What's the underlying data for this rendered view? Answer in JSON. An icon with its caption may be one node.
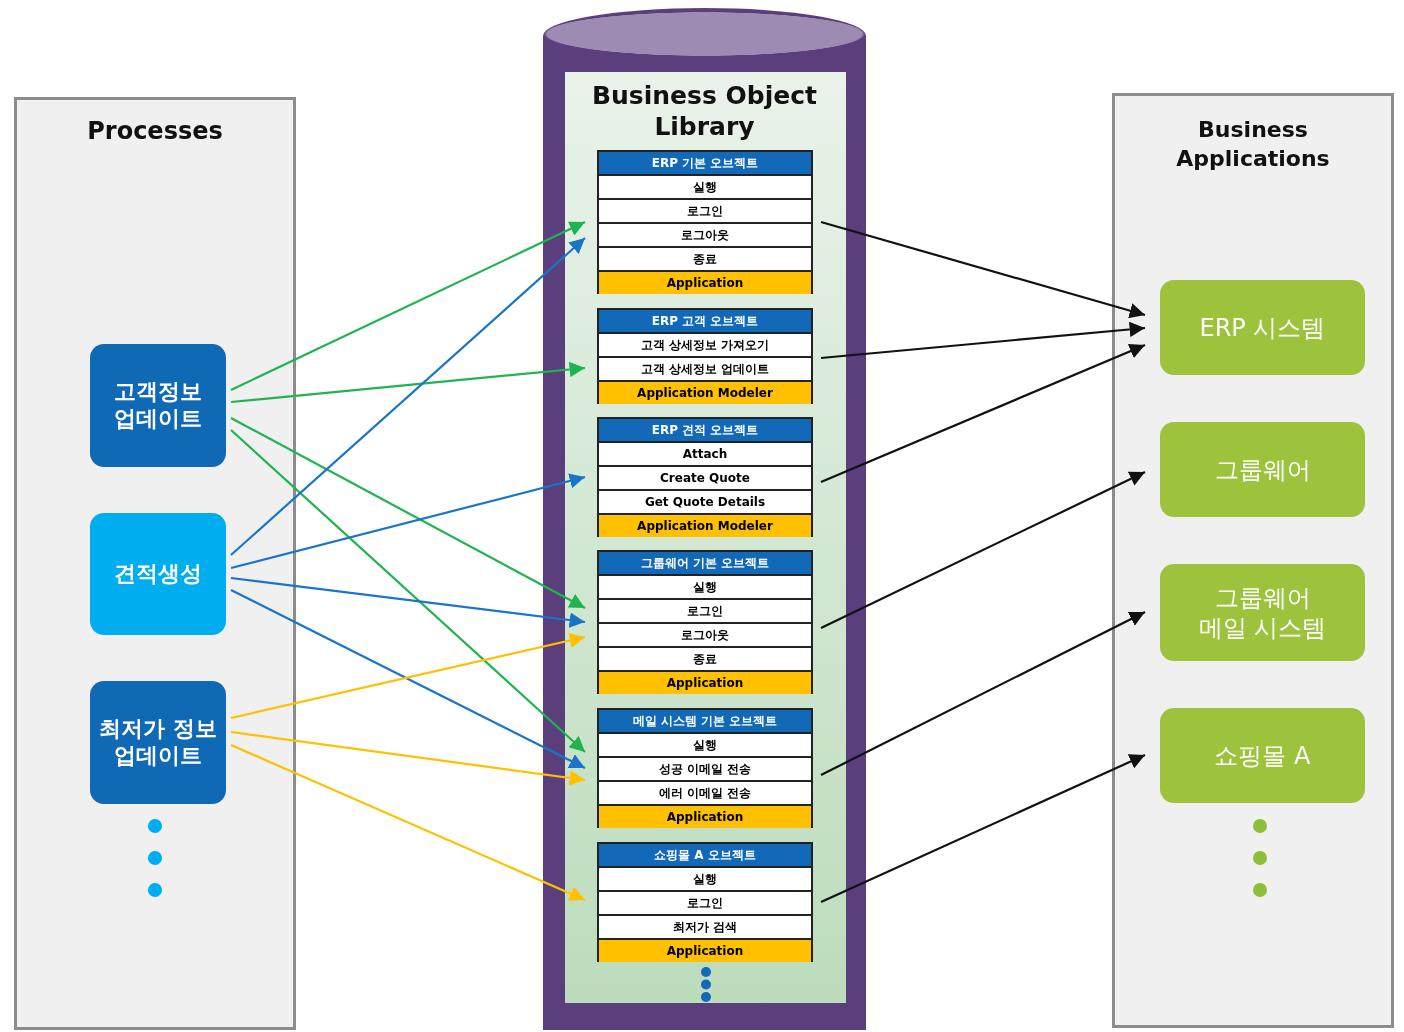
{
  "diagram": {
    "nodes": [
      {
        "text": [
          "Processes"
        ]
      },
      {
        "text": [
          "고객정보 업데이트"
        ],
        "in": 0
      },
      {
        "text": [
          "견적생성"
        ],
        "in": 0
      },
      {
        "text": [
          "최저가 정보 업데이트"
        ],
        "in": 0
      },
      {
        "text": [
          "Business Object Library"
        ]
      },
      {
        "text": [
          "ERP 기본 오브젝트",
          "실행",
          "로그인",
          "로그아웃",
          "종료",
          "Application"
        ],
        "in": 4
      },
      {
        "text": [
          "ERP 고객 오브젝트",
          "고객 상세정보 가져오기",
          "고객 상세정보 업데이트",
          "Application Modeler"
        ],
        "in": 4
      },
      {
        "text": [
          "ERP 견적 오브젝트",
          "Attach",
          "Create Quote",
          "Get Quote Details",
          "Application Modeler"
        ],
        "in": 4
      },
      {
        "text": [
          "그룹웨어 기본 오브젝트",
          "실행",
          "로그인",
          "로그아웃",
          "종료",
          "Application"
        ],
        "in": 4
      },
      {
        "text": [
          "메일 시스템 기본 오브젝트",
          "실행",
          "성공 이메일 전송",
          "에러 이메일 전송",
          "Application"
        ],
        "in": 4
      },
      {
        "text": [
          "쇼핑몰 A 오브젝트",
          "실행",
          "로그인",
          "최저가 검색",
          "Application"
        ],
        "in": 4
      },
      {
        "text": [
          "Business Applications"
        ]
      },
      {
        "text": [
          "ERP 시스템"
        ],
        "in": 11
      },
      {
        "text": [
          "그룹웨어"
        ],
        "in": 11
      },
      {
        "text": [
          "그룹웨어 메일 시스템"
        ],
        "in": 11
      },
      {
        "text": [
          "쇼핑몰 A"
        ],
        "in": 11
      }
    ],
    "edges": [
      {
        "from": 1,
        "to": 5,
        "arrow": "to",
        "color": "#1fb450"
      },
      {
        "from": 1,
        "to": 6,
        "arrow": "to",
        "color": "#1fb450"
      },
      {
        "from": 1,
        "to": 8,
        "arrow": "to",
        "color": "#1fb450"
      },
      {
        "from": 1,
        "to": 9,
        "arrow": "to",
        "color": "#1fb450"
      },
      {
        "from": 2,
        "to": 5,
        "arrow": "to",
        "color": "#1a75c9"
      },
      {
        "from": 2,
        "to": 7,
        "arrow": "to",
        "color": "#1a75c9"
      },
      {
        "from": 2,
        "to": 8,
        "arrow": "to",
        "color": "#1a75c9"
      },
      {
        "from": 2,
        "to": 9,
        "arrow": "to",
        "color": "#1a75c9"
      },
      {
        "from": 3,
        "to": 8,
        "arrow": "to",
        "color": "#ffc000"
      },
      {
        "from": 3,
        "to": 9,
        "arrow": "to",
        "color": "#ffc000"
      },
      {
        "from": 3,
        "to": 10,
        "arrow": "to",
        "color": "#ffc000"
      },
      {
        "from": 5,
        "to": 12,
        "arrow": "to"
      },
      {
        "from": 6,
        "to": 12,
        "arrow": "to"
      },
      {
        "from": 7,
        "to": 12,
        "arrow": "to"
      },
      {
        "from": 8,
        "to": 13,
        "arrow": "to"
      },
      {
        "from": 9,
        "to": 14,
        "arrow": "to"
      },
      {
        "from": 10,
        "to": 15,
        "arrow": "to"
      }
    ]
  }
}
